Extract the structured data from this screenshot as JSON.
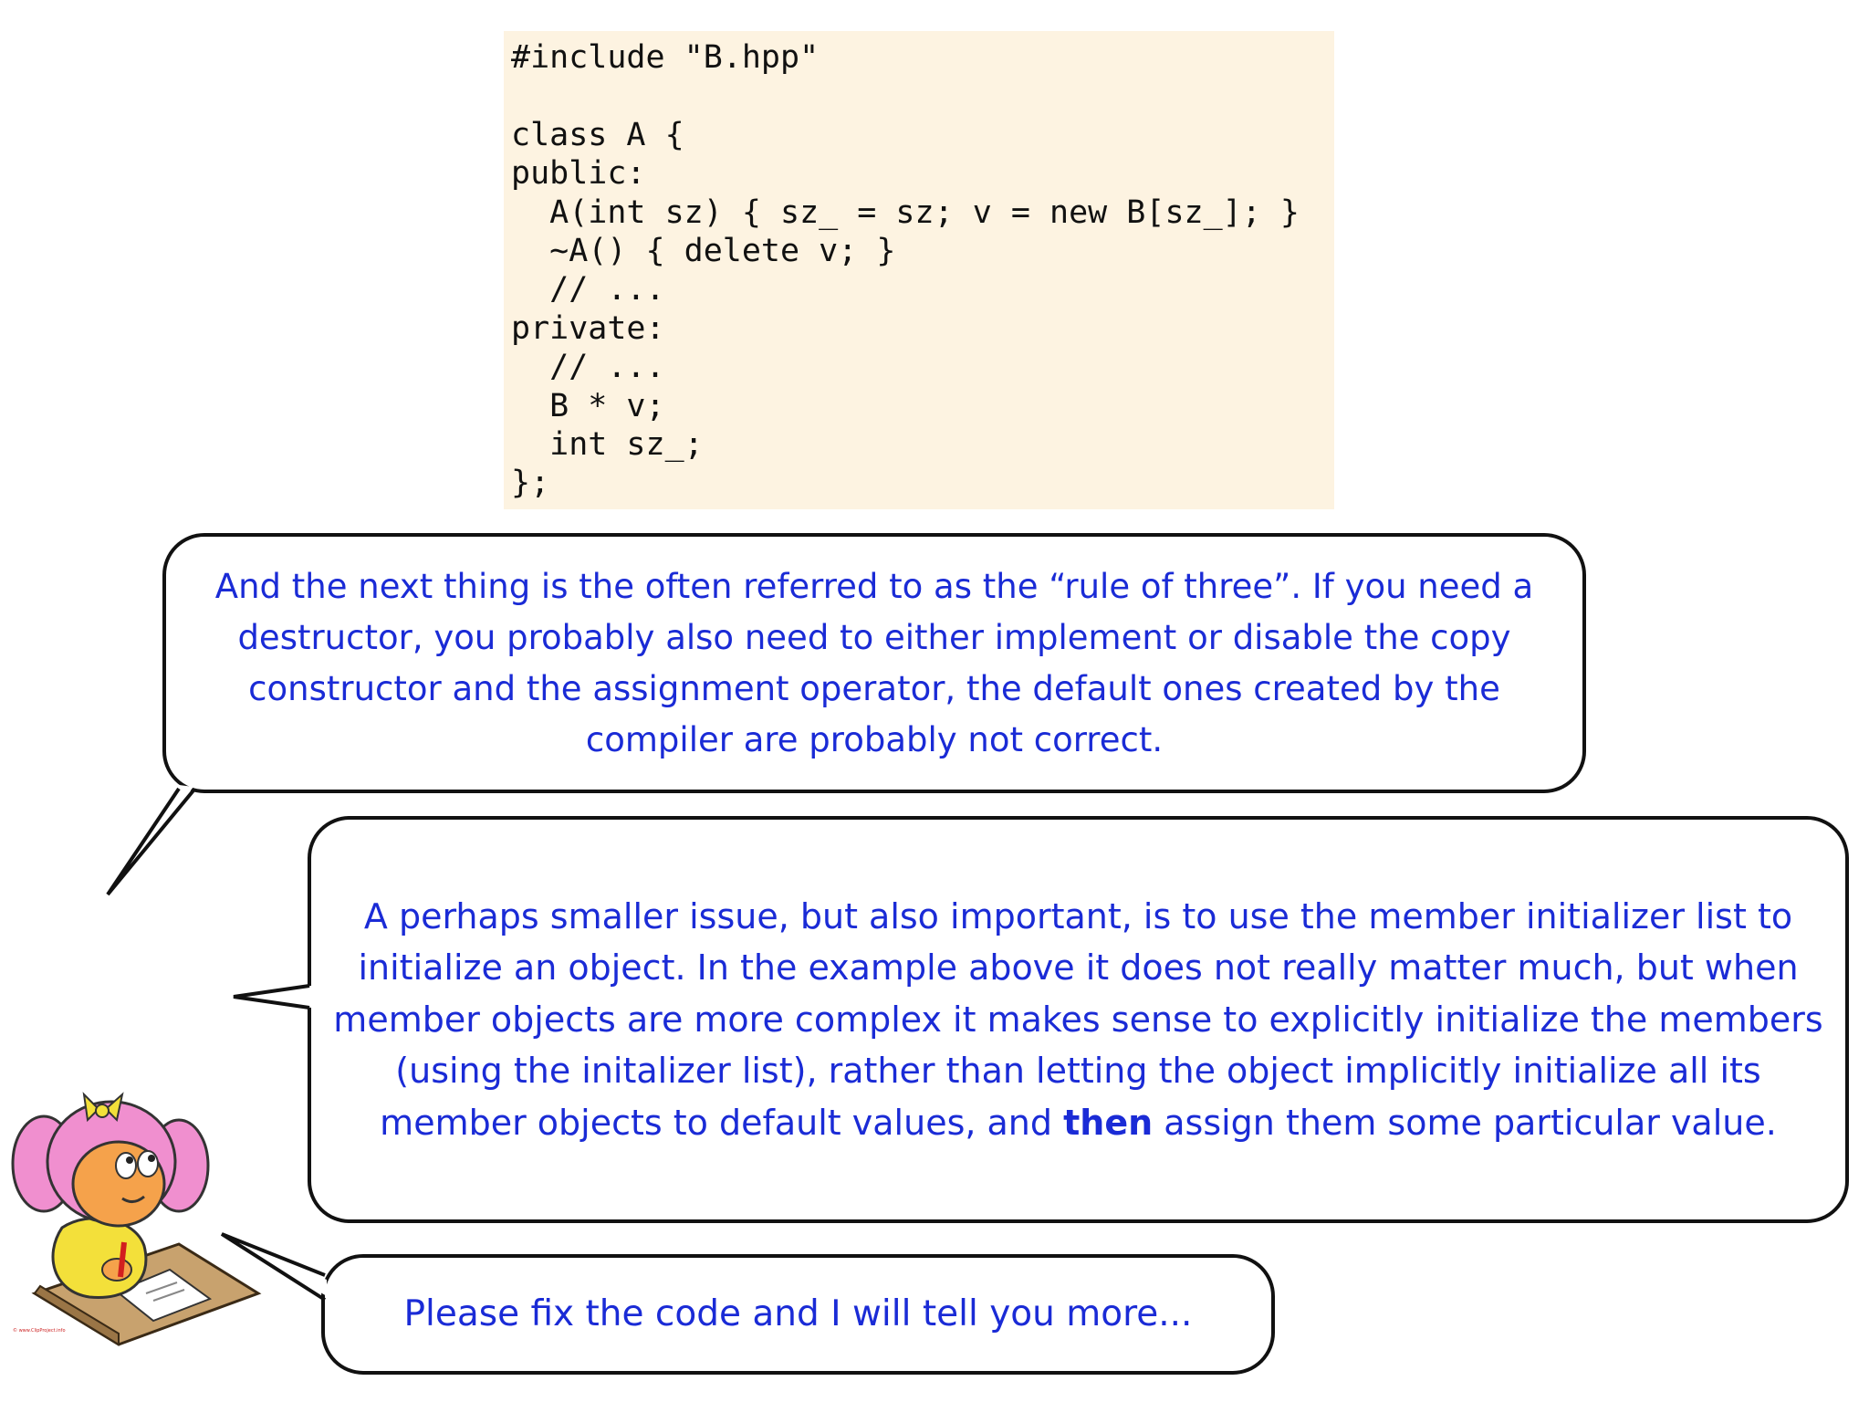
{
  "code": {
    "lines": [
      "#include \"B.hpp\"",
      "",
      "class A {",
      "public:",
      "  A(int sz) { sz_ = sz; v = new B[sz_]; }",
      "  ~A() { delete v; }",
      "  // ...",
      "private:",
      "  // ...",
      "  B * v;",
      "  int sz_;",
      "};"
    ]
  },
  "bubbles": {
    "first": {
      "text": "And the next thing is the often referred to as the “rule of three”. If you need a destructor, you probably also need to either implement or disable the copy constructor and the assignment operator, the default ones created by the compiler are probably not correct."
    },
    "second": {
      "text_before": "A perhaps smaller issue, but also important, is to use the member initializer list to initialize an object. In the example above it does not really matter much, but when member objects are more complex it makes sense to explicitly initialize the members (using the initalizer list), rather than letting the object implicitly initialize all its member objects to default values, and ",
      "emphasis": "then",
      "text_after": " assign them some particular value."
    },
    "third": {
      "text": "Please fix the code and I will tell you more..."
    }
  },
  "credit": "© www.ClipProject.info",
  "colors": {
    "bubble_text": "#1a2bd6",
    "code_background": "#fdf3e1",
    "bubble_border": "#111111"
  }
}
